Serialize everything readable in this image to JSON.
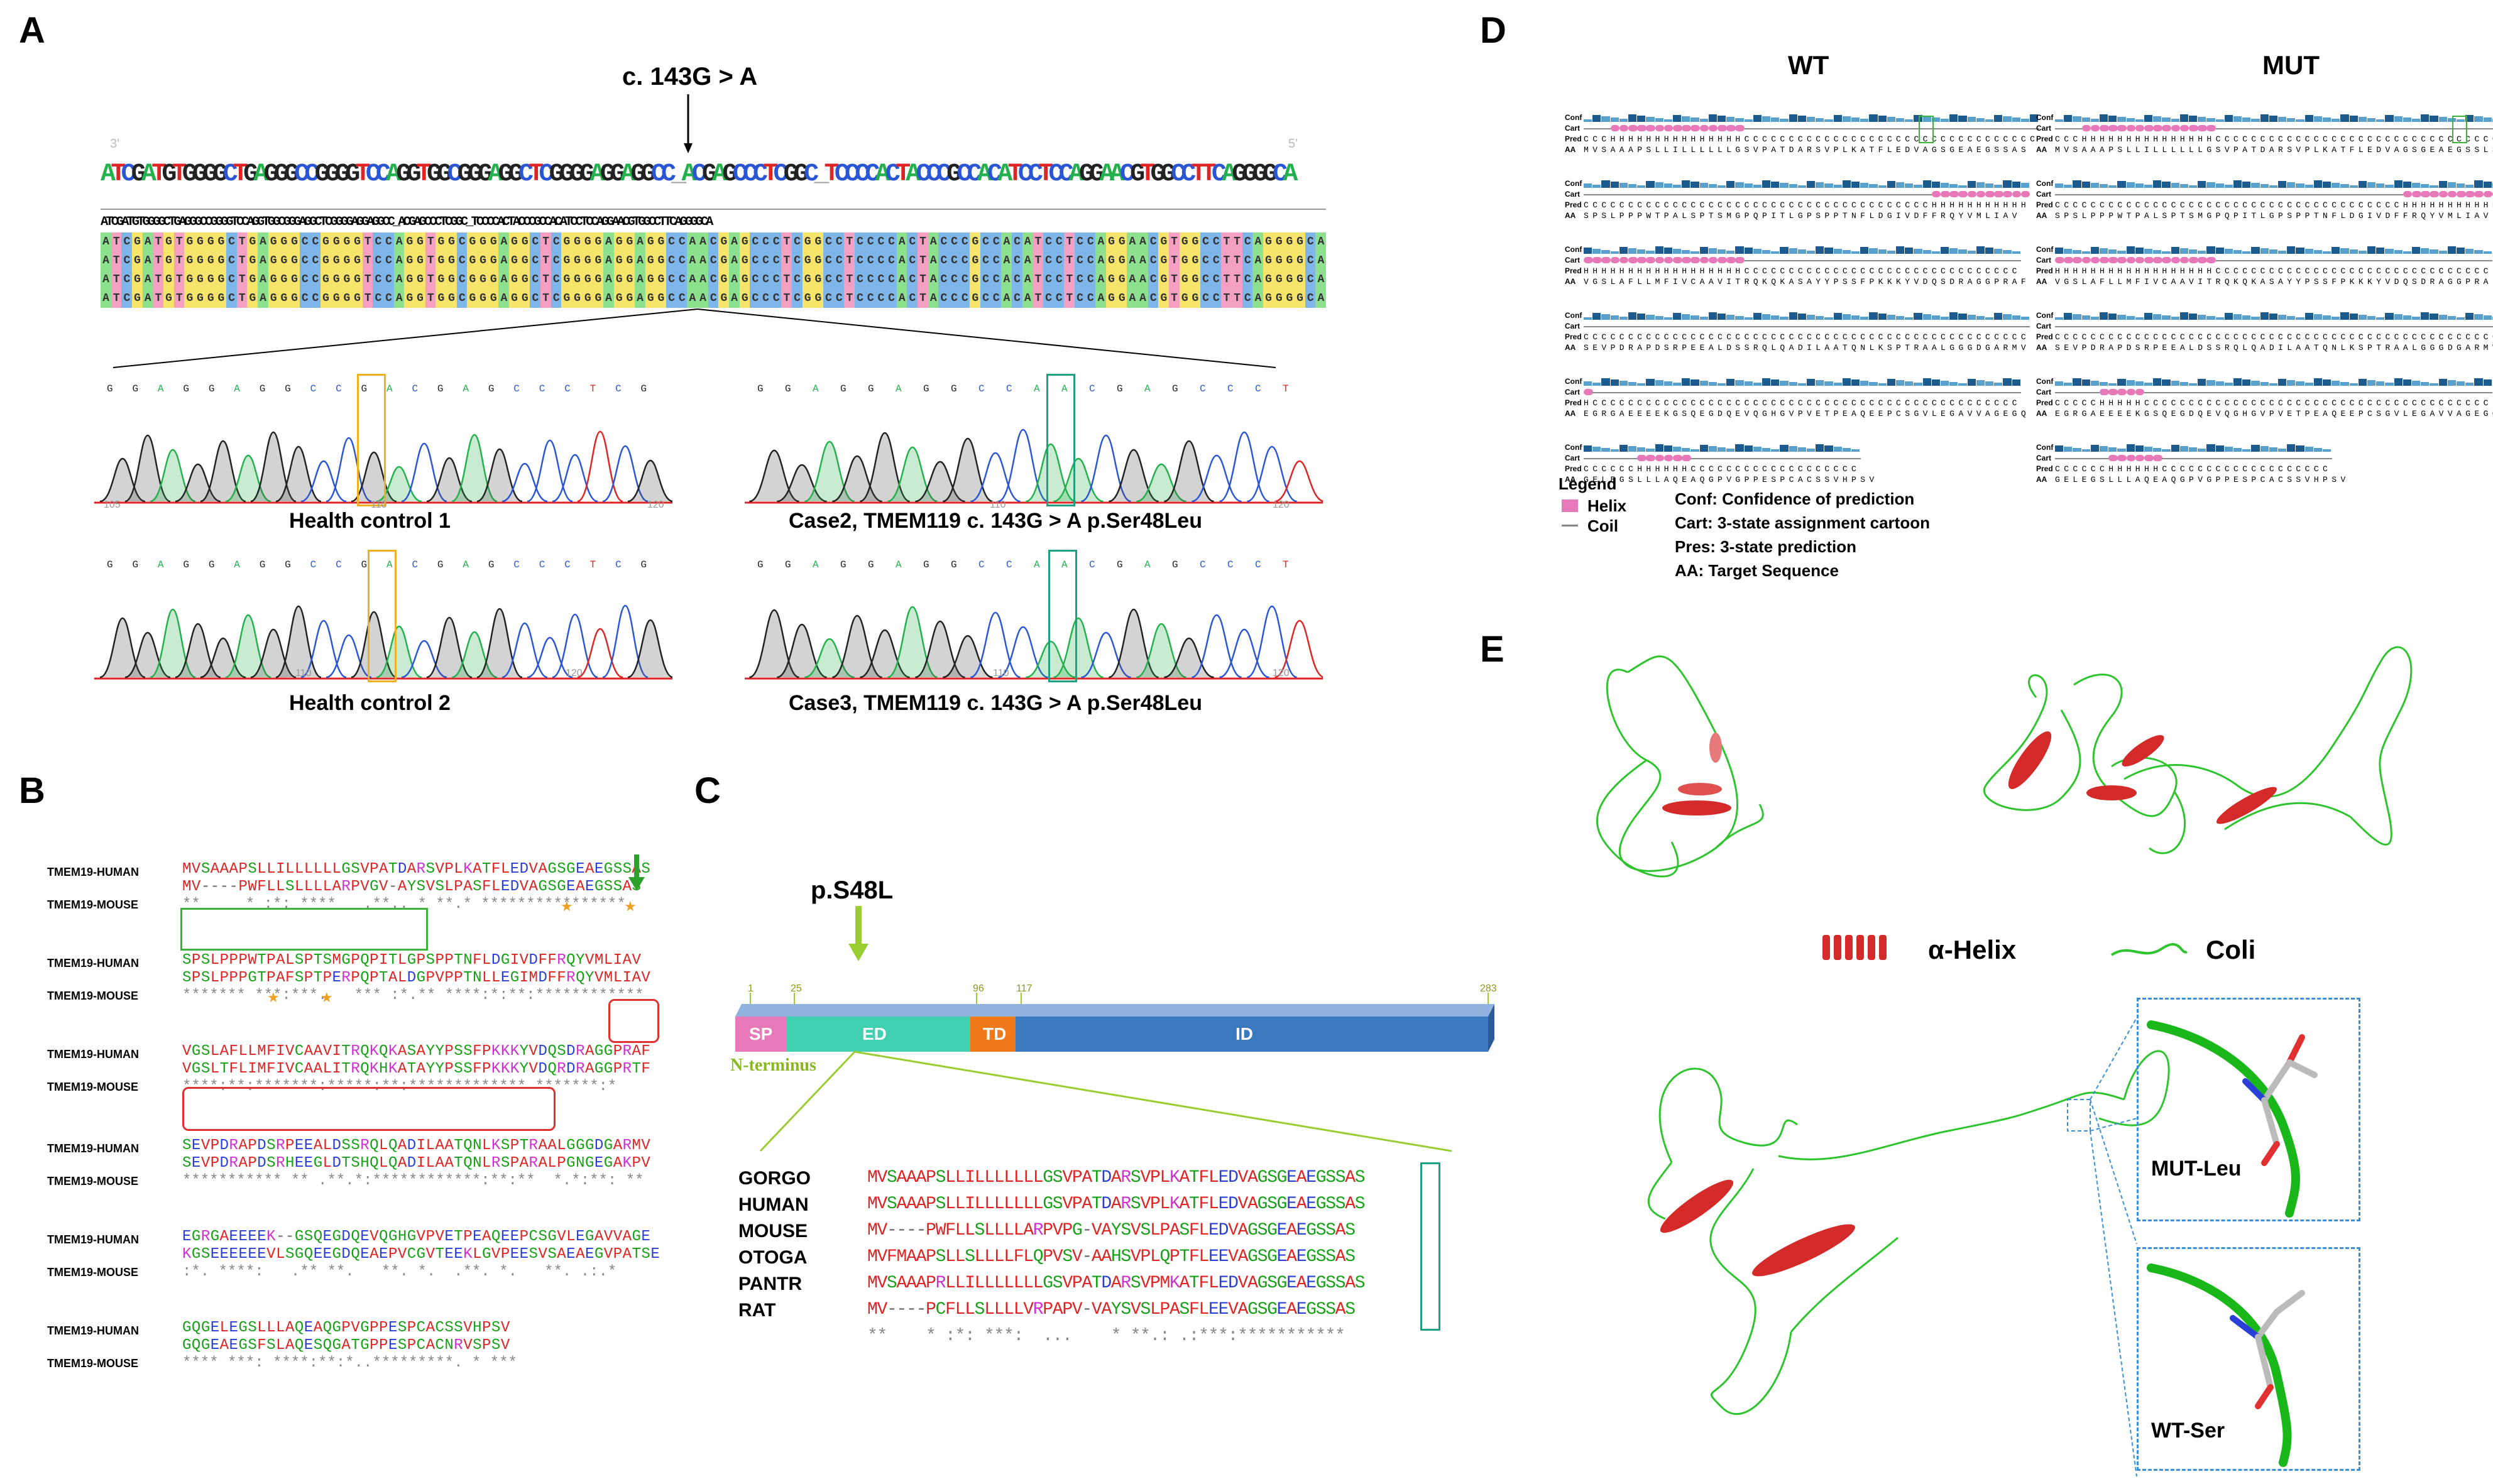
{
  "panels": {
    "a": "A",
    "b": "B",
    "c": "C",
    "d": "D",
    "e": "E"
  },
  "panel_a": {
    "mutation_label": "c. 143G > A",
    "strand_left": "3'",
    "strand_right": "5'",
    "sequence_big": "ATCGATGTGGGGCTGAGGGCCGGGGTCCAGGTGGCGGGAGGCTCGGGGAGGAGGCC_ACGAGCCCTCGGC_TCCCCACTACCCGCCACATCCTCCAGGAACGTGGCCTTCAGGGGCA",
    "sequence_ref": "ATCGATGTGGGGCTGAGGGCCGGGGTCCAGGTGGCGGGAGGCTCGGGGAGGAGGCC_ACGAGCCCTCGGC_TCCCCACTACCCGCCACATCCTCCAGGAACGTGGCCTTCAGGGGCA",
    "sequence_row": "ATCGATGTGGGGCTGAGGGCCGGGGTCCAGGTGGCGGGAGGCTCGGGGAGGAGGCCAACGAGCCCTCGGCCTCCCCACTACCCGCCACATCCTCCAGGAACGTGGCCTTCAGGGGCA",
    "chrom_bases_ctrl": [
      "G",
      "G",
      "A",
      "G",
      "G",
      "A",
      "G",
      "G",
      "C",
      "C",
      "G",
      "A",
      "C",
      "G",
      "A",
      "G",
      "C",
      "C",
      "C",
      "T",
      "C",
      "G"
    ],
    "chrom_bases_case": [
      "G",
      "G",
      "A",
      "G",
      "G",
      "A",
      "G",
      "G",
      "C",
      "C",
      "A",
      "A",
      "C",
      "G",
      "A",
      "G",
      "C",
      "C",
      "C",
      "T"
    ],
    "captions": {
      "ctrl1": "Health control 1",
      "case2": "Case2, TMEM119 c. 143G > A p.Ser48Leu",
      "ctrl2": "Health control 2",
      "case3": "Case3, TMEM119 c. 143G > A p.Ser48Leu"
    },
    "axis_ticks_ctrl1": [
      "105",
      "110",
      "120"
    ],
    "axis_ticks_case2": [
      "110",
      "120"
    ],
    "axis_ticks_ctrl2": [
      "110",
      "120"
    ],
    "axis_ticks_case3": [
      "110",
      "120"
    ]
  },
  "panel_b": {
    "blocks": [
      {
        "human_label": "TMEM19-HUMAN",
        "mouse_label": "TMEM19-MOUSE",
        "human": "MVSAAAPSLLILLLLLLGSVPATDARSVPLKATFLEDVAGSGEAEGSSAS",
        "mouse": "MV----PWFLLSLLLLARPVGV-AYSVSLPASFLEDVAGSGEAEGSSAS",
        "cons": "**     * :*: ****   .**.. * **.* **************** "
      },
      {
        "human_label": "TMEM19-HUMAN",
        "mouse_label": "TMEM19-MOUSE",
        "human": "SPSLPPPWTPALSPTSMGPQPITLGPSPPTNFLDGIVDFFRQYVMLIAV",
        "mouse": "SPSLPPPGTPAFSPTPERPQPTALDGPVPPTNLLEGIMDFFRQYVMLIAV",
        "cons": "******* ***:***.   *** :*.** ****:*:**:************"
      },
      {
        "human_label": "TMEM19-HUMAN",
        "mouse_label": "TMEM19-MOUSE",
        "human": "VGSLAFLLMFIVCAAVITRQKQKASAYYPSSFPKKKYVDQSDRAGGPRAF",
        "mouse": "VGSLTFLIMFIVCAALITRQKHKATAYYPSSFPKKKYVDQRDRAGGPRTF",
        "cons": "****:**:*******:*****:**:************* *******:*"
      },
      {
        "human_label": "TMEM19-HUMAN",
        "mouse_label": "TMEM19-MOUSE",
        "human": "SEVPDRAPDSRPEEALDSSRQLQADILAATQNLKSPTRAALGGGDGARMV",
        "mouse": "SEVPDRAPDSRHEEGLDTSHQLQADILAATQNLRSPARALPGNGEGAKPV",
        "cons": "*********** ** .**.*:************:**:**  *.*:**: **"
      },
      {
        "human_label": "TMEM19-HUMAN",
        "mouse_label": "TMEM19-MOUSE",
        "human": "EGRGAEEEEK--GSQEGDQEVQGHGVPVETPEAQEEPCSGVLEGAVVAGE",
        "mouse": "KGSEEEEEEVLSGQEEGDQEAEPVCGVTEEKLGVPEESVSAEAEGVPATSE",
        "cons": ":*. ****:   .** **.   **. *.  .**. *.   **. .:.*"
      },
      {
        "human_label": "TMEM19-HUMAN",
        "mouse_label": "TMEM19-MOUSE",
        "human": "GQGELEGSLLLAQEAQGPVGPPESPCACSSVHPSV",
        "mouse": "GQGEAEGSFSLAQESQGATGPPESPCACNRVSPSV",
        "cons": "**** ***: ****:**:*..*********. * ***"
      }
    ]
  },
  "panel_c": {
    "mutation_label": "p.S48L",
    "terminus": "N-terminus",
    "positions": [
      "1",
      "25",
      "96",
      "117",
      "283"
    ],
    "domains": [
      {
        "name": "SP",
        "color": "#e879b8"
      },
      {
        "name": "ED",
        "color": "#40d0b0"
      },
      {
        "name": "TD",
        "color": "#f07a1a"
      },
      {
        "name": "ID",
        "color": "#3a78c0"
      }
    ],
    "species": [
      {
        "name": "GORGO",
        "seq": "MVSAAAPSLLILLLLLLLGSVPATDARSVPLKATFLEDVAGSGEAEGSSAS"
      },
      {
        "name": "HUMAN",
        "seq": "MVSAAAPSLLILLLLLLLGSVPATDARSVPLKATFLEDVAGSGEAEGSSAS"
      },
      {
        "name": "MOUSE",
        "seq": "MV----PWFLLSLLLLARPVPG-VAYSVSLPASFLEDVAGSGEAEGSSAS"
      },
      {
        "name": "OTOGA",
        "seq": "MVFMAAPSLLSLLLLFLQPVSV-AAHSVPLQPTFLEEVAGSGEAEGSSAS"
      },
      {
        "name": "PANTR",
        "seq": "MVSAAAPRLLILLLLLLLGSVPATDARSVPMKATFLEDVAGSGEAEGSSAS"
      },
      {
        "name": "RAT",
        "seq": "MV----PCFLLSLLLLVRPAPV-VAYSVSLPASFLEEVAGSGEAEGSSAS"
      }
    ],
    "cons": "**    * :*: ***:  ...    * **.: .:***:***********"
  },
  "panel_d": {
    "wt_title": "WT",
    "mut_title": "MUT",
    "row_labels": [
      "Conf",
      "Cart",
      "Pred",
      "AA"
    ],
    "wt_rows": [
      {
        "pred": "CCCHHHHHHHHHHHHHHHCCCCCCCCCCCCCCCCCCCCCCCCCCCCCCCCC",
        "aa": "MVSAAAPSLLILLLLLLGSVPATDARSVPLKATFLEDVAGSGEAEGSSAS"
      },
      {
        "pred": "CCCCCCCCCCCCCCCCCCCCCCCCCCCCCCCCCCCCCCCHHHHHHHHHHH",
        "aa": "SPSLPPPWTPALSPTSMGPQPITLGPSPPTNFLDGIVDFFRQYVMLIAV"
      },
      {
        "pred": "HHHHHHHHHHHHHHHHHHCCCCCCCCCCCCCCCCCCCCCCCCCCCCCCC",
        "aa": "VGSLAFLLMFIVCAAVITRQKQKASAYYPSSFPKKKYVDQSDRAGGPRAF"
      },
      {
        "pred": "CCCCCCCCCCCCCCCCCCCCCCCCCCCCCCCCCCCCCCCCCCCCCCCCCC",
        "aa": "SEVPDRAPDSRPEEALDSSRQLQADILAATQNLKSPTRAALGGGDGARMV"
      },
      {
        "pred": "HCCCCCCCCCCCCCCCCCCCCCCCCCCCCCCCCCCCCCCCCCCCCCCCC",
        "aa": "EGRGAEEEEKGSQEGDQEVQGHGVPVETPEAQEEPCSGVLEGAVVAGEGQ"
      },
      {
        "pred": "CCCCCCHHHHHHCCCCCCCCCCCCCCCCCCC",
        "aa": "GELEGSLLLAQEAQGPVGPPESPCACSSVHPSV"
      }
    ],
    "mut_rows": [
      {
        "pred": "CCCHHHHHHHHHHHHHHHCCCCCCCCCCCCCCCCCCCCCCCCCCCCCCCCC",
        "aa": "MVSAAAPSLLILLLLLLGSVPATDARSVPLKATFLEDVAGSGEAEGSSLS"
      },
      {
        "pred": "CCCCCCCCCCCCCCCCCCCCCCCCCCCCCCCCCCCCCCCHHHHHHHHHHH",
        "aa": "SPSLPPPWTPALSPTSMGPQPITLGPSPPTNFLDGIVDFFRQYVMLIAV"
      },
      {
        "pred": "HHHHHHHHHHHHHHHHHHCCCCCCCCCCCCCCCCCCCCCCCCCCCCCCC",
        "aa": "VGSLAFLLMFIVCAAVITRQKQKASAYYPSSFPKKKYVDQSDRAGGPRAF"
      },
      {
        "pred": "CCCCCCCCCCCCCCCCCCCCCCCCCCCCCCCCCCCCCCCCCCCCCCCCCC",
        "aa": "SEVPDRAPDSRPEEALDSSRQLQADILAATQNLKSPTRAALGGGDGARMV"
      },
      {
        "pred": "CCCCCHHHHHCCCCCCCCCCCCCCCCCCCCCCCCCCCCCCCCCCCCCCC",
        "aa": "EGRGAEEEEKGSQEGDQEVQGHGVPVETPEAQEEPCSGVLEGAVVAGEGQ"
      },
      {
        "pred": "CCCCCCHHHHHHCCCCCCCCCCCCCCCCCCC",
        "aa": "GELEGSLLLAQEAQGPVGPPESPCACSSVHPSV"
      }
    ],
    "legend_title": "Legend",
    "legend_helix": "Helix",
    "legend_coil": "Coil",
    "defs": [
      "Conf: Confidence of prediction",
      "Cart: 3-state assignment cartoon",
      "Pres: 3-state prediction",
      "AA: Target Sequence"
    ]
  },
  "panel_e": {
    "helix_label": "α-Helix",
    "coil_label": "Coli",
    "mut_label": "MUT-Leu",
    "wt_label": "WT-Ser"
  },
  "colors": {
    "A": "#22b14c",
    "C": "#2a56d6",
    "G": "#222222",
    "T": "#e02424",
    "helix": "#e0267a",
    "coil": "#2ec42e",
    "box_yellow": "#f0b020",
    "box_teal": "#20a080",
    "box_green": "#3cb43c",
    "box_red": "#e03030",
    "dashed_blue": "#3b8fd9"
  }
}
